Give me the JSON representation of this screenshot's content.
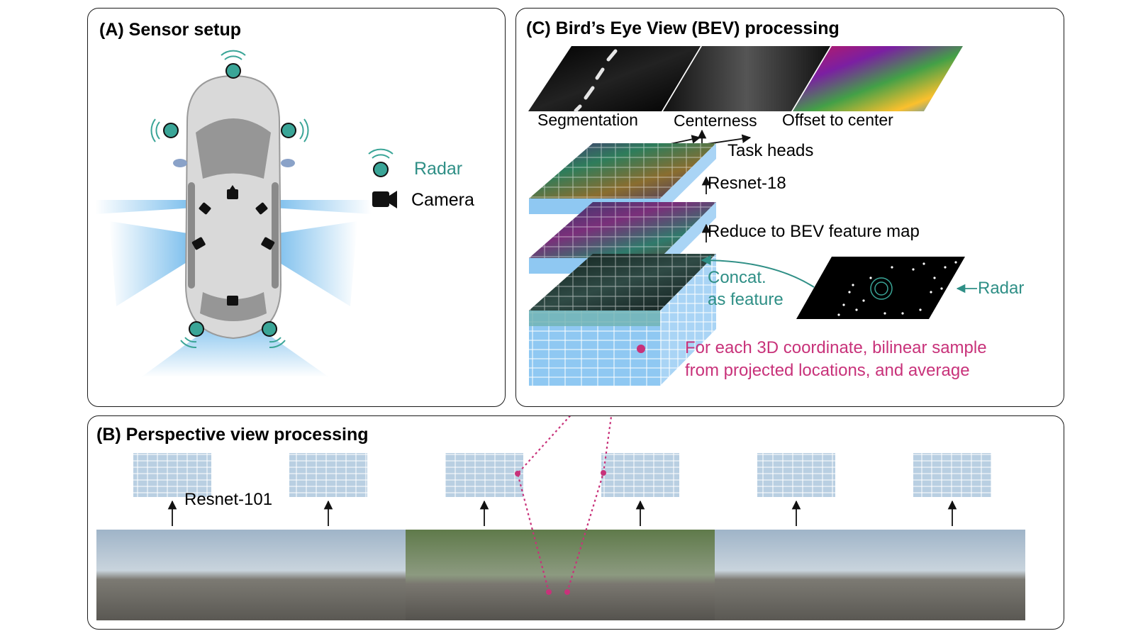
{
  "panel_a": {
    "title": "(A) Sensor setup",
    "legend_radar": "Radar",
    "legend_camera": "Camera"
  },
  "panel_b": {
    "title": "(B) Perspective view processing",
    "backbone": "Resnet-101"
  },
  "panel_c": {
    "title": "(C) Bird’s Eye View (BEV) processing",
    "outputs": [
      "Segmentation",
      "Centerness",
      "Offset to center"
    ],
    "task_heads": "Task heads",
    "resnet": "Resnet-18",
    "reduce": "Reduce to BEV feature map",
    "concat_line1": "Concat.",
    "concat_line2": "as feature",
    "radar": "Radar",
    "sample_line1": "For each 3D coordinate, bilinear sample",
    "sample_line2": "from projected locations, and average"
  },
  "colors": {
    "teal": "#2f8f86",
    "magenta": "#c8327a",
    "voxel_blue": "#8fc8f2"
  }
}
